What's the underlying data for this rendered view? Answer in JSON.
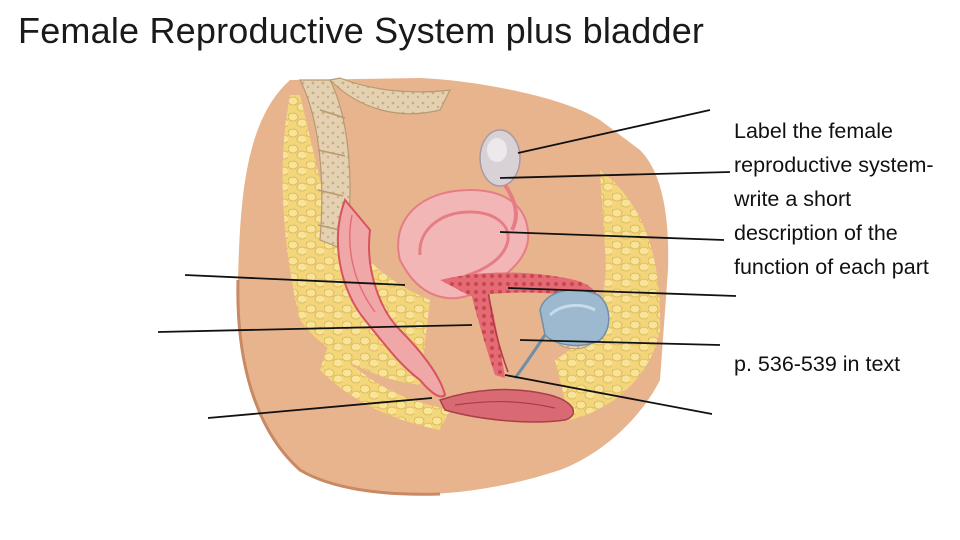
{
  "slide": {
    "title": "Female Reproductive System plus bladder",
    "instructions": "Label the female reproductive system- write a short description of the function of each part",
    "page_reference": "p. 536-539 in text"
  },
  "diagram": {
    "subject": "sagittal section of female pelvis",
    "colors": {
      "skin": "#e8b48e",
      "skin_dark": "#c98a63",
      "fat": "#f4d77a",
      "fat_dark": "#d9b24a",
      "muscle_pink": "#f0a7a7",
      "uterus": "#f3b6b6",
      "uterus_lining": "#e77d84",
      "tissue_red": "#d9535e",
      "bladder": "#9cb9d0",
      "bone": "#d9c3a1",
      "ovary": "#d8d2d6",
      "leader_line": "#111111"
    }
  }
}
